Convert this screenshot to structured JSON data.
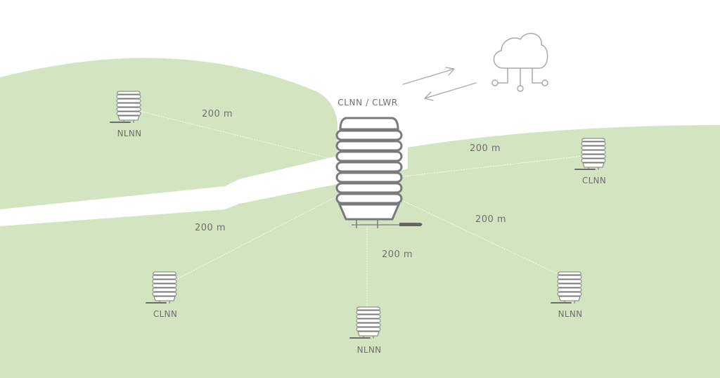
{
  "colors": {
    "grass": "#d3e4c0",
    "road": "#ffffff",
    "link": "#ffffff",
    "icon_stroke": "#a9a9a9",
    "sensor_stroke": "#7a7a7a",
    "text": "#6f6f6f"
  },
  "hub": {
    "label": "CLNN / CLWR"
  },
  "cloud": {
    "icon": "cloud-network-icon"
  },
  "nodes": [
    {
      "id": "top-left",
      "label": "NLNN",
      "distance": "200 m"
    },
    {
      "id": "right",
      "label": "CLNN",
      "distance": "200 m"
    },
    {
      "id": "bottom-left",
      "label": "CLNN",
      "distance": "200 m"
    },
    {
      "id": "bottom",
      "label": "NLNN",
      "distance": "200 m"
    },
    {
      "id": "bottom-right",
      "label": "NLNN",
      "distance": "200 m"
    }
  ]
}
